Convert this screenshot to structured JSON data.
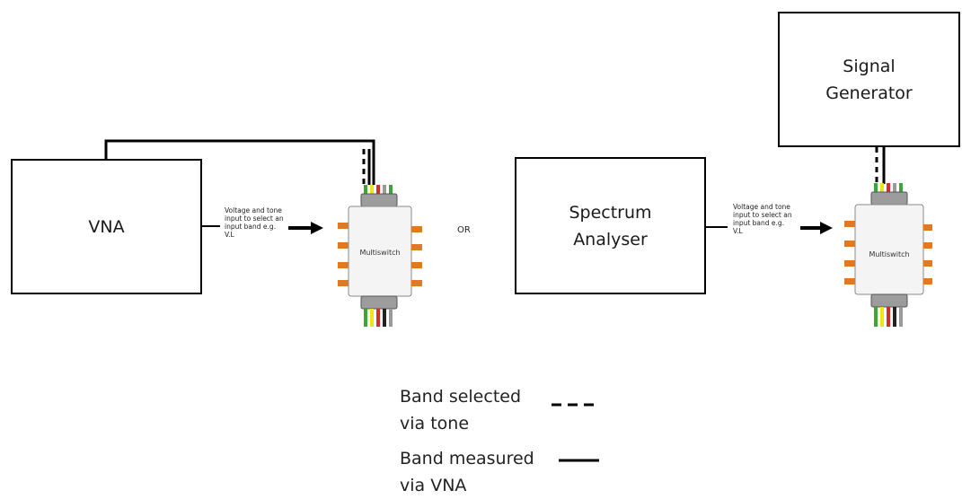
{
  "boxes": {
    "vna": "VNA",
    "spectrum_analyser": "Spectrum\nAnalyser",
    "signal_generator": "Signal\nGenerator"
  },
  "annotations": {
    "left_input_note": "Voltage and tone\ninput to select an\ninput band e.g.\nV.L",
    "right_input_note": "Voltage and tone\ninput to select an\ninput band e.g.\nV.L",
    "or_label": "OR"
  },
  "multiswitch": {
    "left_label": "Multiswitch",
    "right_label": "Multiswitch"
  },
  "legend": {
    "dashed_label": "Band selected\nvia tone",
    "solid_label": "Band measured\nvia VNA"
  },
  "colors": {
    "connector_green": "#3aa63a",
    "connector_yellow": "#f2e21a",
    "connector_red": "#d62a2a",
    "connector_grey": "#9a9a9a",
    "port_orange": "#e07a22",
    "switch_body": "#f4f4f4"
  }
}
